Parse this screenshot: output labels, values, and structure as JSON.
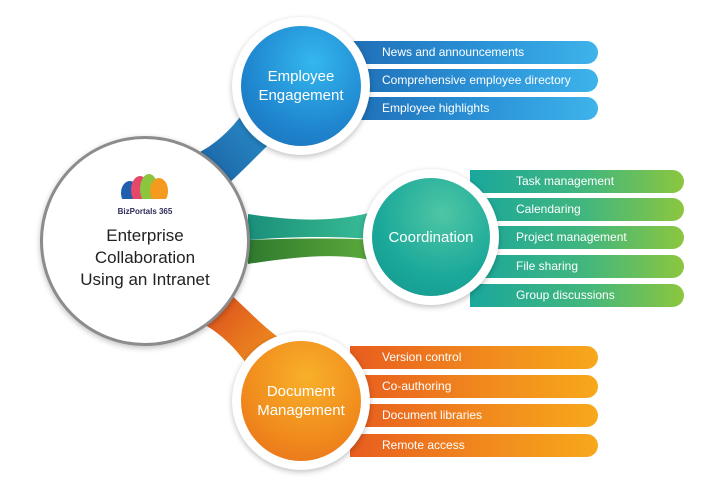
{
  "center": {
    "logo_text": "BizPortals 365",
    "title_lines": [
      "Enterprise",
      "Collaboration",
      "Using an Intranet"
    ]
  },
  "branches": [
    {
      "title_lines": [
        "Employee",
        "Engagement"
      ],
      "color": "#2a90d6",
      "items": [
        "News and announcements",
        "Comprehensive employee directory",
        "Employee highlights"
      ]
    },
    {
      "title_lines": [
        "Coordination"
      ],
      "color": "#43b77c",
      "items": [
        "Task management",
        "Calendaring",
        "Project management",
        "File sharing",
        "Group discussions"
      ]
    },
    {
      "title_lines": [
        "Document",
        "Management"
      ],
      "color": "#f18a1d",
      "items": [
        "Version control",
        "Co-authoring",
        "Document libraries",
        "Remote access"
      ]
    }
  ]
}
